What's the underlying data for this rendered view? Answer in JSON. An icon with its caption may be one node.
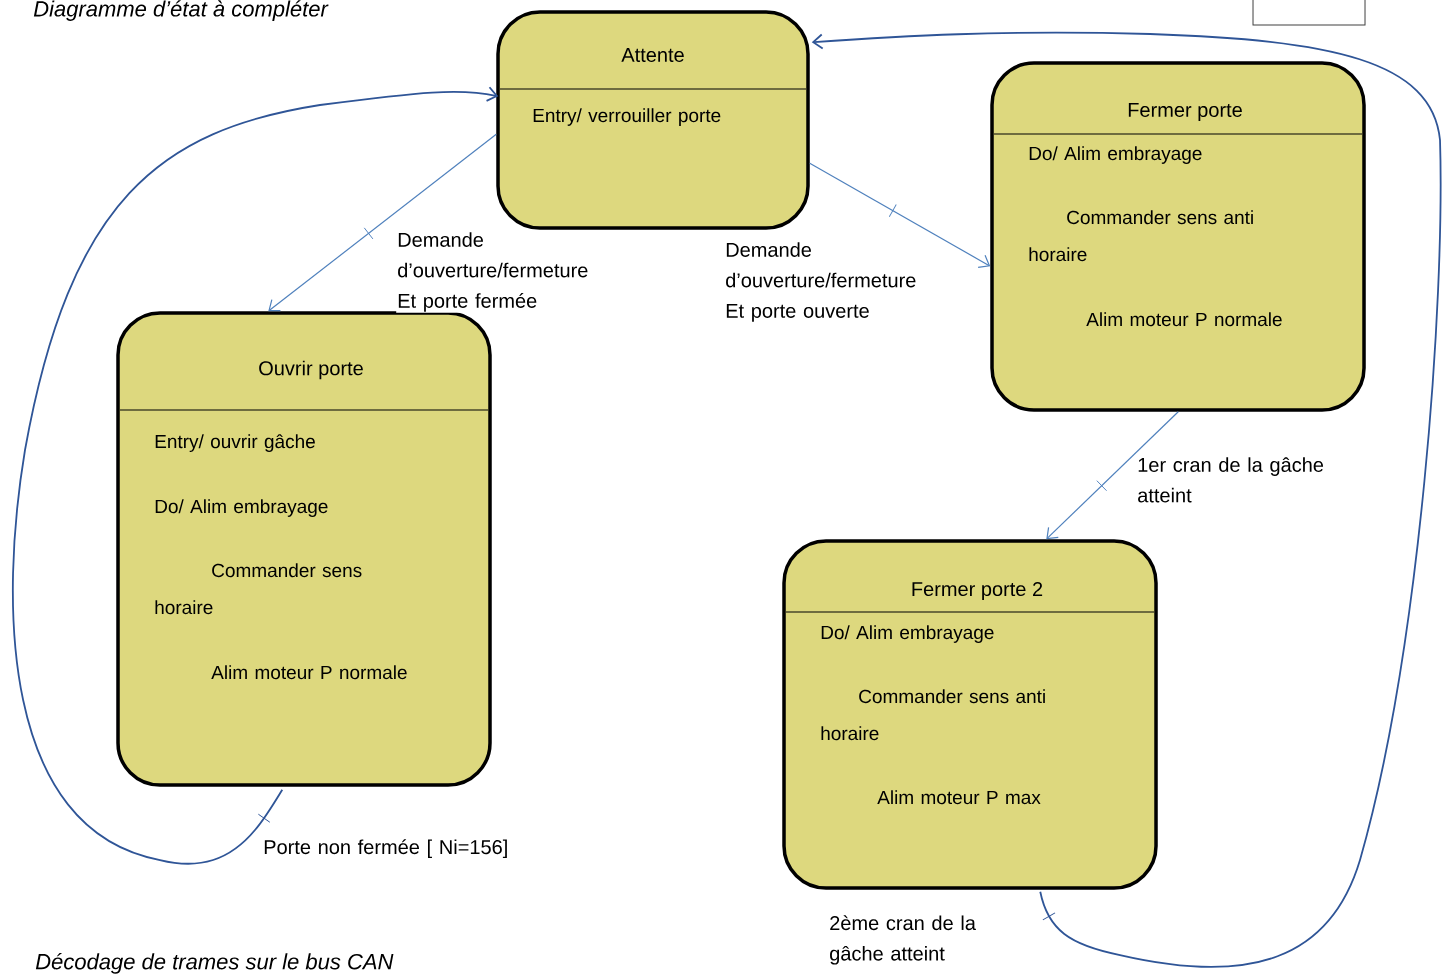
{
  "diagram": {
    "title": "Diagramme d’état à compléter",
    "nodes": [
      {
        "text": [
          "Attente",
          "Entry/ verrouiller porte"
        ]
      },
      {
        "text": [
          "Fermer porte",
          "Do/ Alim embrayage",
          "Commander sens anti horaire",
          "Alim moteur P normale"
        ]
      },
      {
        "text": [
          "Ouvrir porte",
          "Entry/ ouvrir gâche",
          "Do/ Alim embrayage",
          "Commander sens horaire",
          "Alim moteur P normale"
        ]
      },
      {
        "text": [
          "Fermer porte 2",
          "Do/ Alim embrayage",
          "Commander sens anti horaire",
          "Alim moteur P max"
        ]
      },
      {
        "text": [],
        "shape": "box"
      }
    ],
    "edges": [
      {
        "from": 0,
        "to": 2,
        "arrow": "to",
        "label": "Demande d’ouverture/fermeture Et porte fermée"
      },
      {
        "from": 0,
        "to": 1,
        "arrow": "to",
        "label": "Demande d’ouverture/fermeture Et porte ouverte"
      },
      {
        "from": 1,
        "to": 3,
        "arrow": "to",
        "label": "1er cran de la gâche atteint"
      },
      {
        "from": 3,
        "to": 0,
        "arrow": "to",
        "label": "2ème cran de la gâche atteint",
        "color": "#2f5597"
      },
      {
        "from": 2,
        "to": 0,
        "arrow": "to",
        "label": "Porte non fermée [ Ni=156]",
        "color": "#2f5597"
      }
    ],
    "labels": [
      "Décodage de trames sur le bus CAN"
    ]
  }
}
